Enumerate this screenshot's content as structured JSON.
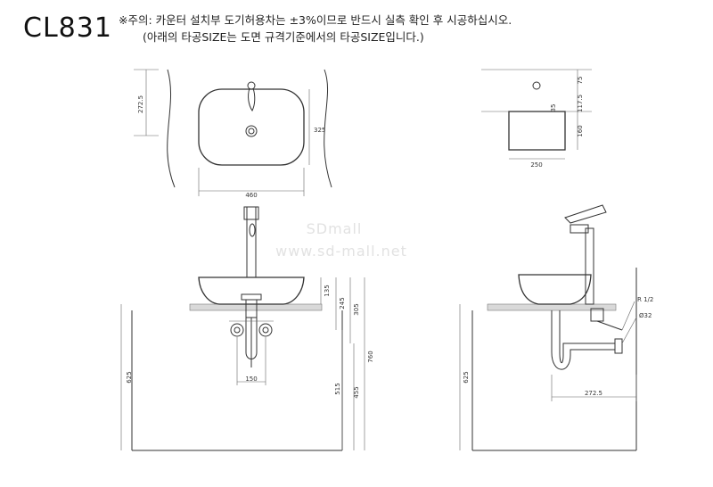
{
  "header": {
    "model": "CL831",
    "note_line1": "※주의: 카운터 설치부 도기허용차는 ±3%이므로 반드시 실측 확인 후 시공하십시오.",
    "note_line2": "(아래의 타공SIZE는 도면 규격기준에서의 타공SIZE입니다.)"
  },
  "watermark": {
    "line1": "SDmall",
    "line2": "www.sd-mall.net"
  },
  "top_view": {
    "dim_depth": "272.5",
    "dim_height": "325",
    "dim_width": "460"
  },
  "side_view_small": {
    "dim_75": "75",
    "dim_117_5": "117.5",
    "dim_35": "35",
    "dim_160": "160",
    "dim_250": "250"
  },
  "front_view": {
    "dim_135": "135",
    "dim_245": "245",
    "dim_305": "305",
    "dim_760": "760",
    "dim_515": "515",
    "dim_455": "455",
    "dim_625": "625",
    "dim_150": "150"
  },
  "side_view": {
    "dim_r12": "R 1/2",
    "dim_d32": "Ø32",
    "dim_625": "625",
    "dim_272_5": "272.5"
  },
  "colors": {
    "counter": "#d9d9d9",
    "line": "#333333",
    "watermark": "#e2e2e2"
  }
}
